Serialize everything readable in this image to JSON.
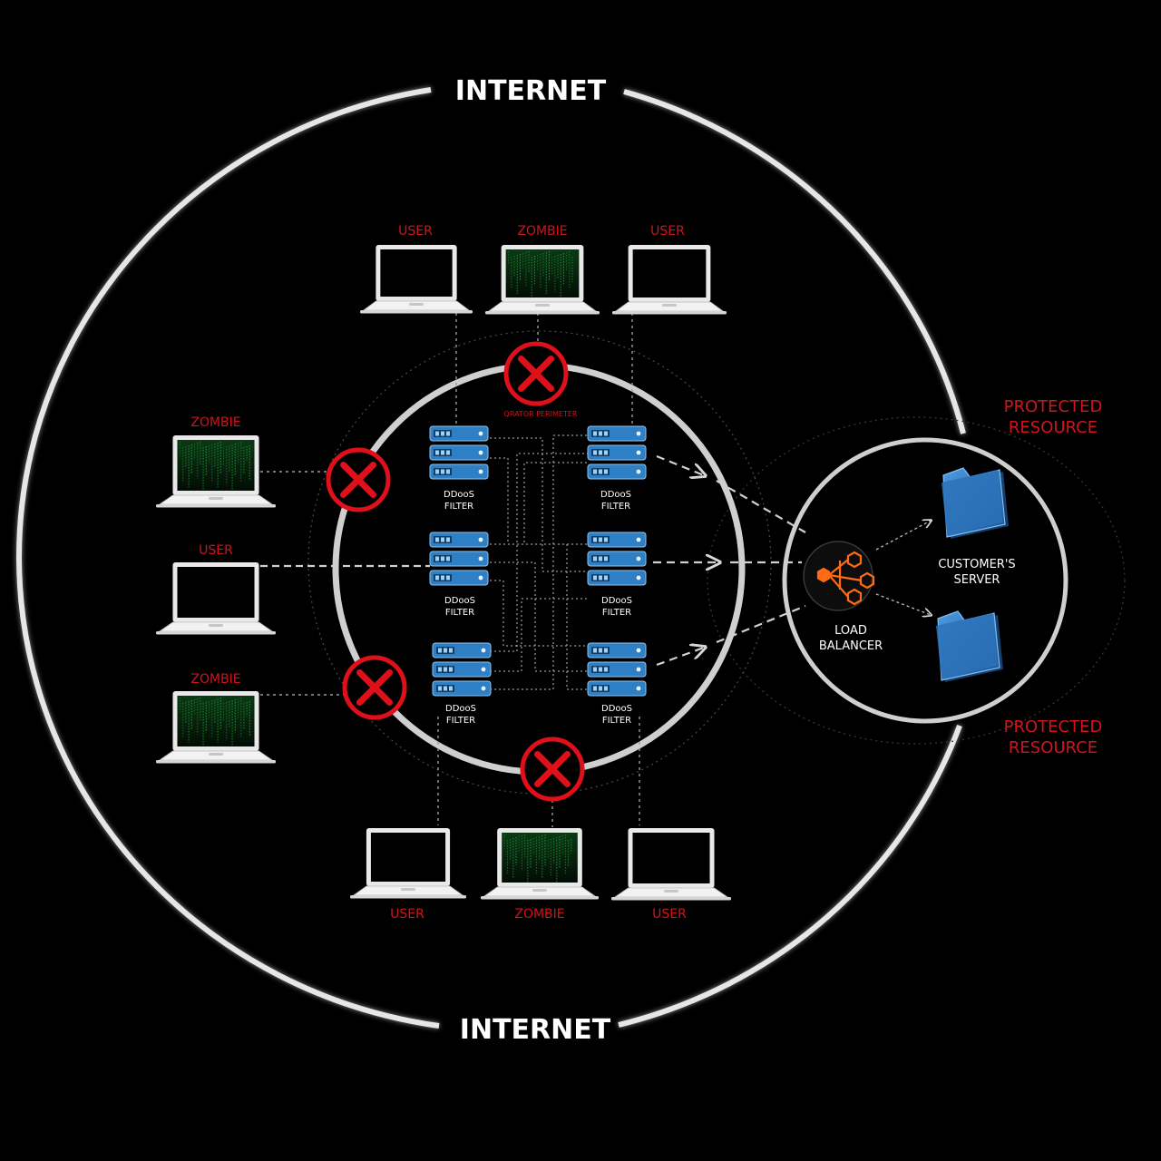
{
  "labels": {
    "internet_top": "INTERNET",
    "internet_bottom": "INTERNET",
    "perimeter": "QRATOR PERIMETER",
    "load_balancer_line1": "LOAD",
    "load_balancer_line2": "BALANCER",
    "server_line1": "CUSTOMER'S",
    "server_line2": "SERVER",
    "protected_top_line1": "PROTECTED",
    "protected_top_line2": "RESOURCE",
    "protected_bottom_line1": "PROTECTED",
    "protected_bottom_line2": "RESOURCE"
  },
  "laptops": [
    {
      "id": "top-left",
      "label": "USER",
      "type": "user"
    },
    {
      "id": "top-center",
      "label": "ZOMBIE",
      "type": "zombie"
    },
    {
      "id": "top-right",
      "label": "USER",
      "type": "user"
    },
    {
      "id": "left-top",
      "label": "ZOMBIE",
      "type": "zombie"
    },
    {
      "id": "left-middle",
      "label": "USER",
      "type": "user"
    },
    {
      "id": "left-bottom",
      "label": "ZOMBIE",
      "type": "zombie"
    },
    {
      "id": "bottom-left",
      "label": "USER",
      "type": "user"
    },
    {
      "id": "bottom-center",
      "label": "ZOMBIE",
      "type": "zombie"
    },
    {
      "id": "bottom-right",
      "label": "USER",
      "type": "user"
    }
  ],
  "filters": [
    {
      "line1": "DDooS",
      "line2": "FILTER"
    },
    {
      "line1": "DDooS",
      "line2": "FILTER"
    },
    {
      "line1": "DDooS",
      "line2": "FILTER"
    },
    {
      "line1": "DDooS",
      "line2": "FILTER"
    },
    {
      "line1": "DDooS",
      "line2": "FILTER"
    },
    {
      "line1": "DDooS",
      "line2": "FILTER"
    }
  ],
  "icons": {
    "blocked": "blocked-x-icon",
    "server_rack": "server-rack-icon",
    "load_balancer": "hexagon-network-icon",
    "folder": "folder-icon",
    "laptop": "laptop-icon"
  },
  "colors": {
    "background": "#000000",
    "label_red": "#d0141c",
    "block_red": "#e0101a",
    "server_blue": "#2f7fc4",
    "balancer_orange": "#ff6a13",
    "folder_blue": "#2a6fb5",
    "zombie_green": "#1fae3c",
    "ring": "#cfcfcf",
    "text_white": "#ffffff"
  }
}
